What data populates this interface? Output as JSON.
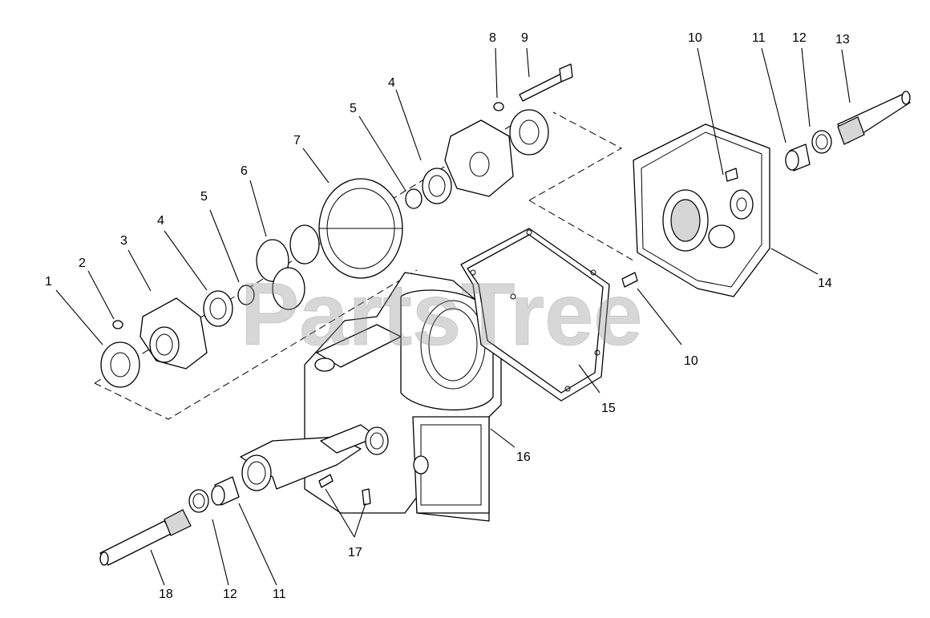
{
  "watermark": "PartsTree",
  "callouts": [
    {
      "id": "c1",
      "text": "1"
    },
    {
      "id": "c2",
      "text": "2"
    },
    {
      "id": "c3",
      "text": "3"
    },
    {
      "id": "c4a",
      "text": "4"
    },
    {
      "id": "c5a",
      "text": "5"
    },
    {
      "id": "c6",
      "text": "6"
    },
    {
      "id": "c7",
      "text": "7"
    },
    {
      "id": "c5b",
      "text": "5"
    },
    {
      "id": "c4b",
      "text": "4"
    },
    {
      "id": "c8",
      "text": "8"
    },
    {
      "id": "c9",
      "text": "9"
    },
    {
      "id": "c10a",
      "text": "10"
    },
    {
      "id": "c11a",
      "text": "11"
    },
    {
      "id": "c12a",
      "text": "12"
    },
    {
      "id": "c13",
      "text": "13"
    },
    {
      "id": "c14",
      "text": "14"
    },
    {
      "id": "c10b",
      "text": "10"
    },
    {
      "id": "c15",
      "text": "15"
    },
    {
      "id": "c16",
      "text": "16"
    },
    {
      "id": "c17",
      "text": "17"
    },
    {
      "id": "c18",
      "text": "18"
    },
    {
      "id": "c12b",
      "text": "12"
    },
    {
      "id": "c11b",
      "text": "11"
    }
  ]
}
